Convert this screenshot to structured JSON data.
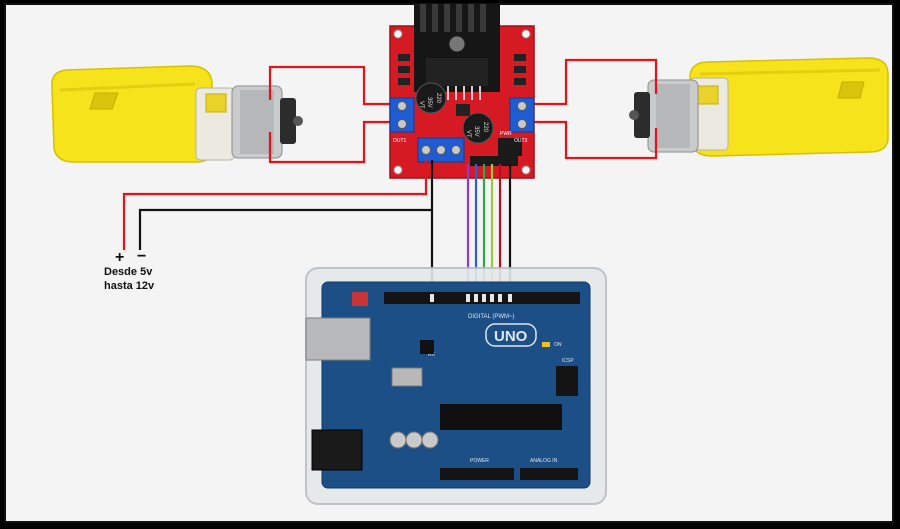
{
  "power_supply": {
    "plus_symbol": "+",
    "minus_symbol": "−",
    "label_line1": "Desde 5v",
    "label_line2": "hasta 12v"
  },
  "driver_board": {
    "capacitor_left_text": [
      "220",
      "35V",
      "VT"
    ],
    "capacitor_right_text": [
      "220",
      "35V",
      "VT"
    ],
    "out1_label": "OUT1",
    "out3_label": "OUT3",
    "pwr_label": "PWR"
  },
  "arduino": {
    "logo_text": "UNO",
    "digital_label": "DIGITAL (PWM~)",
    "analog_label": "ANALOG IN",
    "power_label": "POWER",
    "on_label": "ON",
    "tx_label": "TX",
    "rx_label": "RX",
    "icsp_label": "ICSP"
  },
  "wire_colors": {
    "red": "#e0151b",
    "black": "#111111",
    "purple": "#8a3bd1",
    "blue": "#2f5fd6",
    "green": "#2fa84a",
    "lime": "#9ccc3a",
    "darkred": "#b3121a"
  }
}
